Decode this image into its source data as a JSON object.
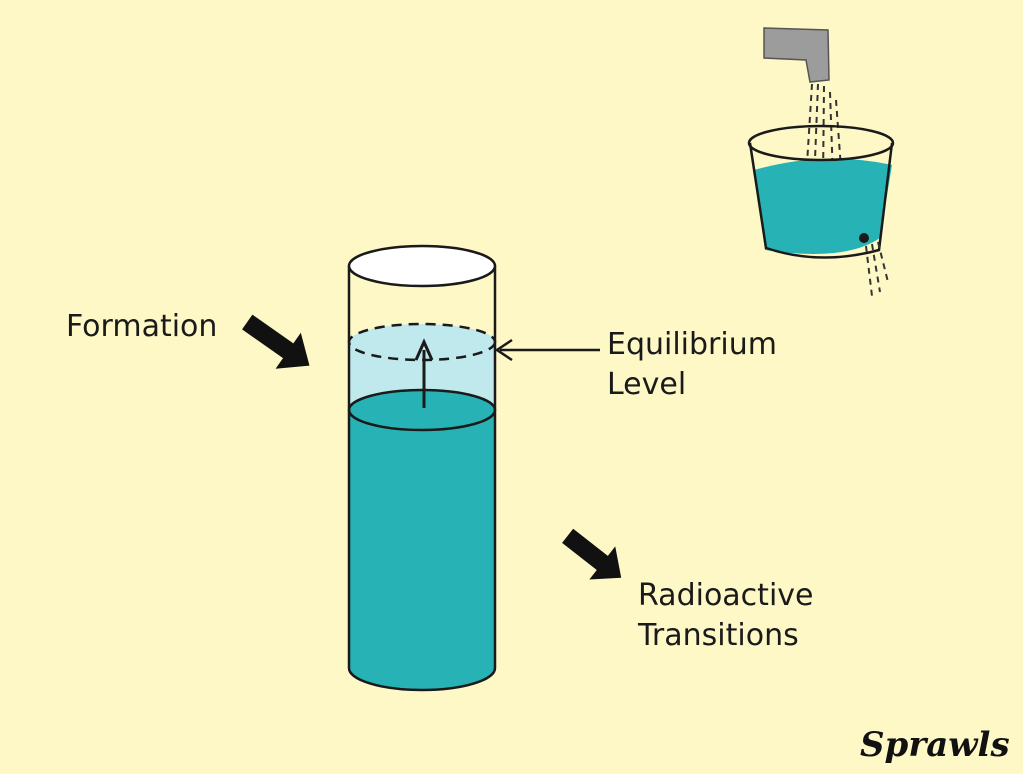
{
  "labels": {
    "formation": "Formation",
    "equilibrium_line1": "Equilibrium",
    "equilibrium_line2": "Level",
    "transitions_line1": "Radioactive",
    "transitions_line2": "Transitions"
  },
  "credit": "Sprawls",
  "colors": {
    "background": "#fdf8c6",
    "liquid": "#27b3b5",
    "liquid_light": "#bfe9ec",
    "outline": "#1a1a1a",
    "faucet": "#9c9c9c"
  }
}
